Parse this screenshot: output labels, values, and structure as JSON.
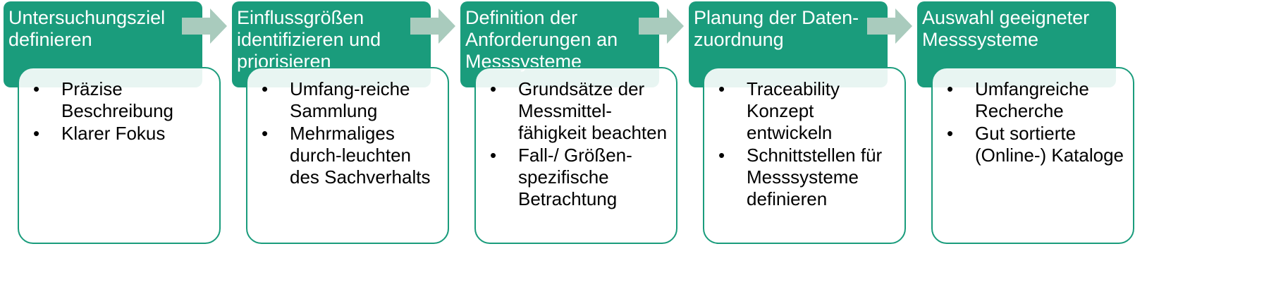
{
  "steps": [
    {
      "title": "Untersuchungsziel definieren",
      "items": [
        "Präzise Beschreibung",
        "Klarer Fokus"
      ]
    },
    {
      "title": "Einflussgrößen identifizieren und priorisieren",
      "items": [
        "Umfang-reiche Sammlung",
        "Mehrmaliges durch-leuchten des Sachverhalts"
      ]
    },
    {
      "title": "Definition der Anforderungen an Messsysteme",
      "items": [
        "Grundsätze der Messmittel-fähigkeit beachten",
        "Fall-/ Größen-spezifische Betrachtung"
      ]
    },
    {
      "title": "Planung der Daten-zuordnung",
      "items": [
        "Traceability Konzept entwickeln",
        "Schnittstellen für Messsysteme definieren"
      ]
    },
    {
      "title": "Auswahl geeigneter Messsysteme",
      "items": [
        "Umfangreiche Recherche",
        "Gut sortierte (Online-) Kataloge"
      ]
    }
  ],
  "bullet": "•",
  "colors": {
    "header": "#1a9c7c",
    "arrow": "#a9cbbd",
    "border": "#1a9c7c"
  }
}
